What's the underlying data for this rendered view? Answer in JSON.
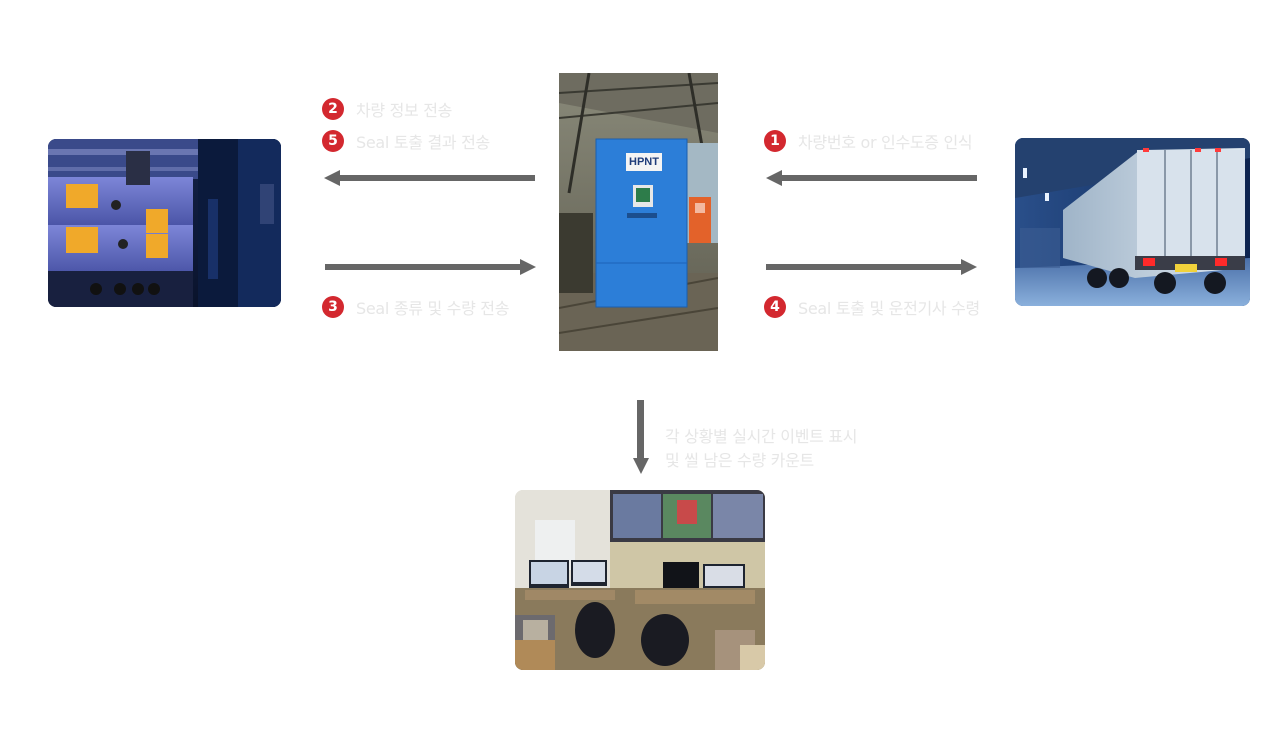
{
  "colors": {
    "badge": "#d3282f",
    "arrow": "#666666",
    "label_text": "#e6e6e6",
    "kiosk_panel": "#2c7ed8"
  },
  "steps": {
    "s1": {
      "number": "1",
      "text": "차량번호 or 인수도증 인식"
    },
    "s2": {
      "number": "2",
      "text": "차량 정보 전송"
    },
    "s3": {
      "number": "3",
      "text": "Seal 종류 및 수량 전송"
    },
    "s4": {
      "number": "4",
      "text": "Seal 토출 및 운전기사 수령"
    },
    "s5": {
      "number": "5",
      "text": "Seal 토출 결과 전송"
    }
  },
  "caption": {
    "line1": "각 상황별 실시간 이벤트 표시",
    "line2": "및 씰 남은 수량 카운트"
  },
  "images": {
    "server": "server-rack-photo",
    "kiosk": "seal-dispenser-kiosk-photo",
    "truck": "container-truck-photo",
    "control_room": "control-room-photo"
  },
  "kiosk": {
    "logo": "HPNT"
  },
  "arrows": {
    "kiosk_to_server": "arrow-left",
    "server_to_kiosk": "arrow-right",
    "truck_to_kiosk": "arrow-left",
    "kiosk_to_truck": "arrow-right",
    "kiosk_to_control": "arrow-down"
  }
}
